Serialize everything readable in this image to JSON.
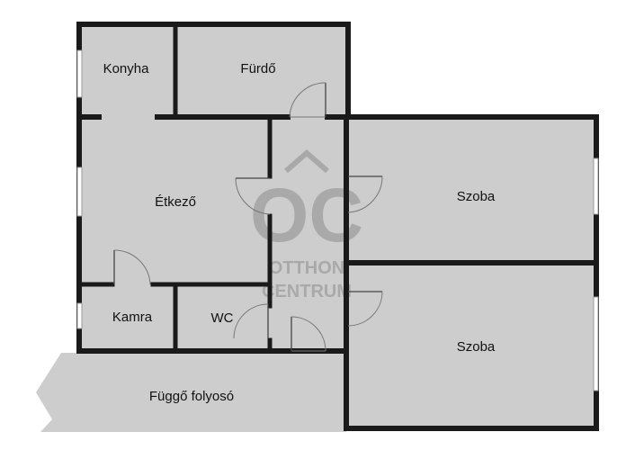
{
  "rooms": {
    "konyha": "Konyha",
    "furdo": "Fürdő",
    "etkezo": "Étkező",
    "szoba_1": "Szoba",
    "szoba_2": "Szoba",
    "kamra": "Kamra",
    "wc": "WC",
    "folyoso": "Függő folyosó"
  },
  "watermark": {
    "monogram": "OC",
    "line1": "OTTHON",
    "line2": "CENTRUM"
  },
  "colors": {
    "room_fill": "#cdcdcd",
    "wall": "#1a1a1a",
    "watermark": "#8c8c8c"
  }
}
